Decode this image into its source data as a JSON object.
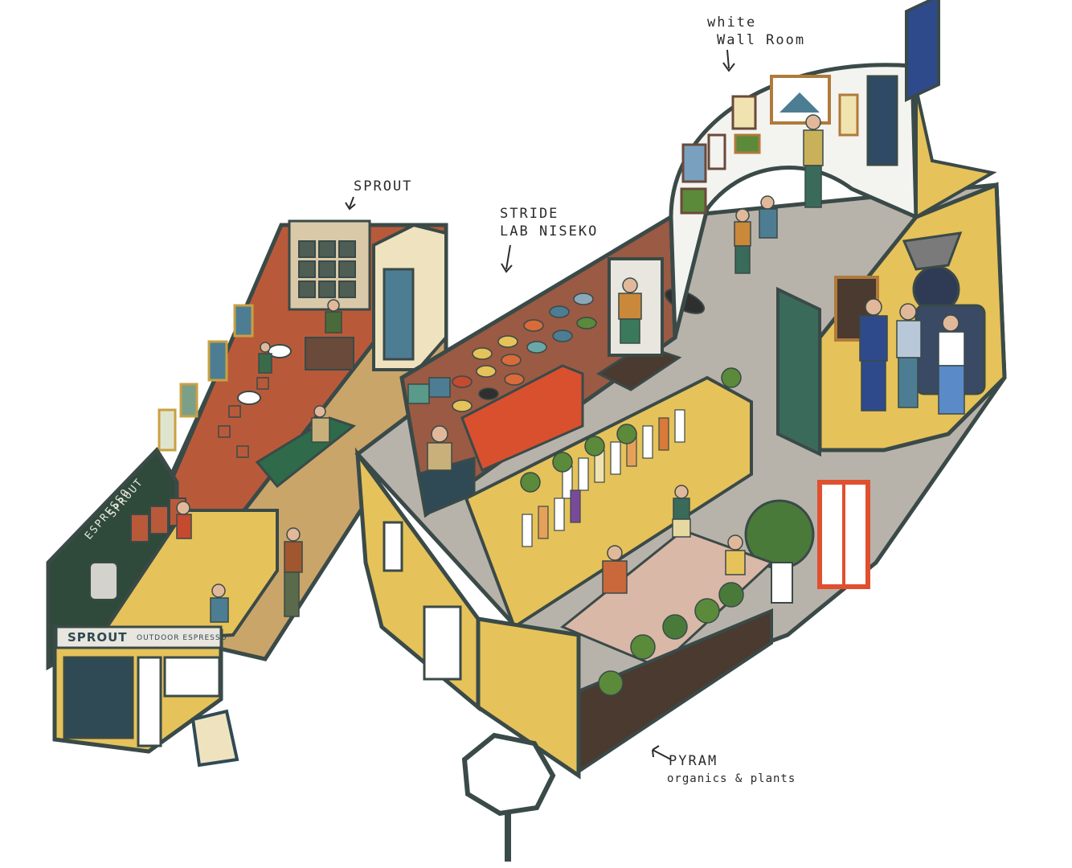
{
  "labels": {
    "sprout": "SPROUT",
    "stride_line1": "STRIDE",
    "stride_line2": "LAB NISEKO",
    "white_line1": "white",
    "white_line2": "Wall Room",
    "pyram_line1": "PYRAM",
    "pyram_line2": "organics & plants"
  },
  "sign": {
    "name": "SPROUT",
    "subtitle": "OUTDOOR ESPRESSO"
  },
  "chalkboard": {
    "word1": "ESPRESSO",
    "word2": "SPROUT"
  },
  "colors": {
    "outline": "#3a4a48",
    "brick_wall": "#b85a3a",
    "floor": "#c9a56a",
    "stone_floor": "#b8b3aa",
    "yellow_wall": "#e6c25a",
    "chalkboard": "#2f4a3a",
    "white_wall": "#f3f3f0",
    "plant_green": "#5a8a3a",
    "brown_wall": "#9a5a44"
  }
}
